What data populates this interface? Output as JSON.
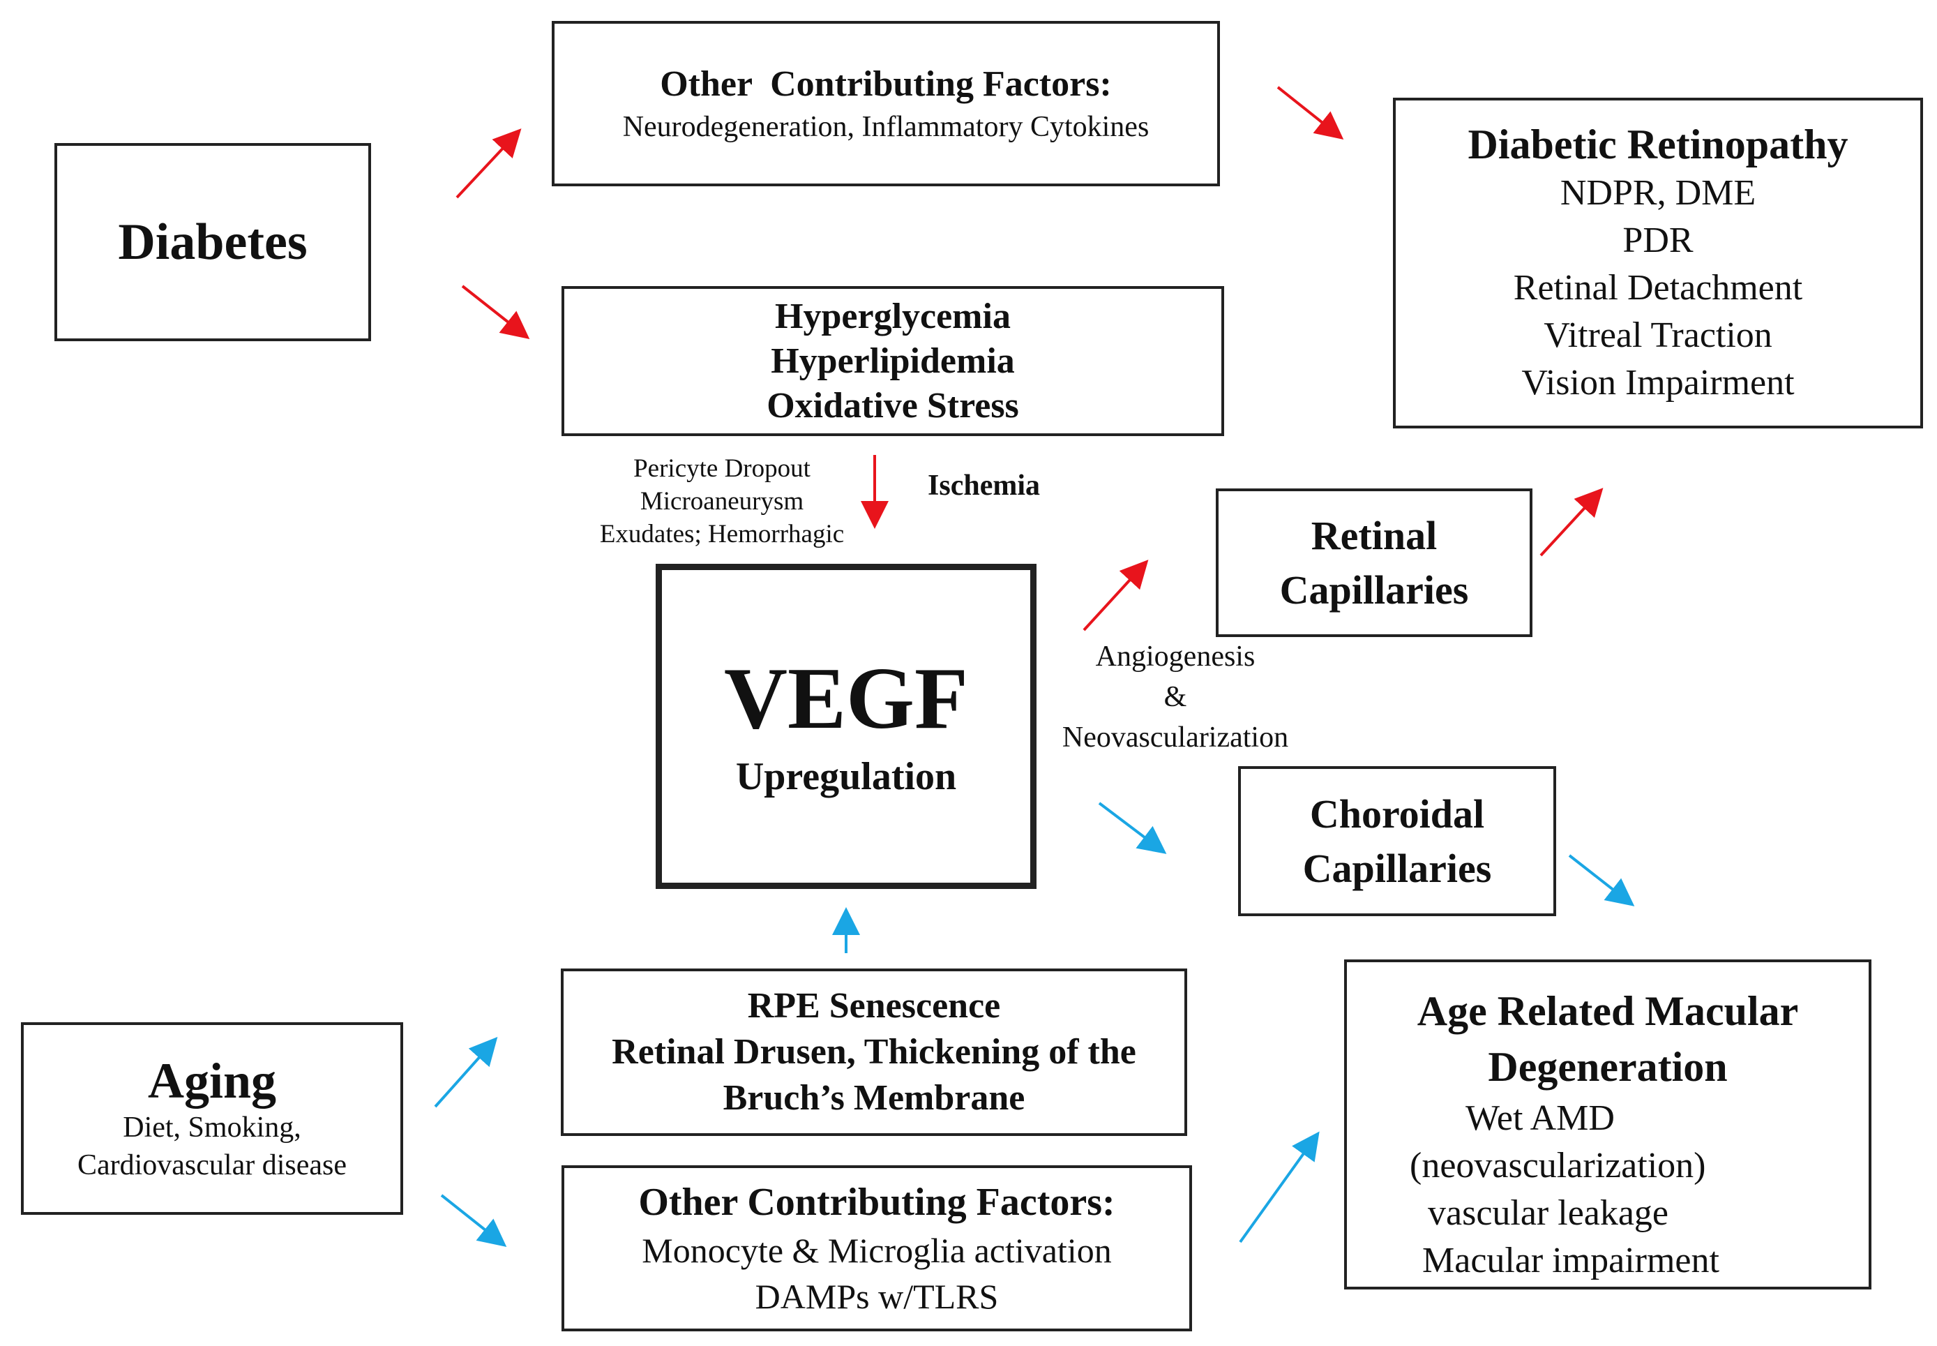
{
  "colors": {
    "red_arrow": "#e8141c",
    "blue_arrow": "#1aa6e4",
    "border": "#222222"
  },
  "nodes": {
    "diabetes": {
      "title": "Diabetes"
    },
    "other_factors_top": {
      "title": "Other  Contributing Factors:",
      "detail": "Neurodegeneration, Inflammatory Cytokines"
    },
    "metabolic": {
      "lines": [
        "Hyperglycemia",
        "Hyperlipidemia",
        "Oxidative Stress"
      ]
    },
    "diabetic_retinopathy": {
      "title": "Diabetic Retinopathy",
      "items": [
        "NDPR, DME",
        "PDR",
        "Retinal Detachment",
        "Vitreal Traction",
        "Vision Impairment"
      ]
    },
    "vegf": {
      "title": "VEGF",
      "subtitle": "Upregulation"
    },
    "retinal_capillaries": {
      "lines": [
        "Retinal",
        "Capillaries"
      ]
    },
    "choroidal_capillaries": {
      "lines": [
        "Choroidal",
        "Capillaries"
      ]
    },
    "aging": {
      "title": "Aging",
      "detail": [
        "Diet, Smoking,",
        "Cardiovascular disease"
      ]
    },
    "rpe": {
      "lines": [
        "RPE Senescence",
        "Retinal Drusen, Thickening of the",
        "Bruch’s Membrane"
      ]
    },
    "other_factors_bottom": {
      "title": "Other Contributing Factors:",
      "detail": [
        "Monocyte & Microglia activation",
        "DAMPs w/TLRS"
      ]
    },
    "amd": {
      "title": [
        "Age Related Macular",
        "Degeneration"
      ],
      "items": [
        "Wet AMD",
        "(neovascularization)",
        "vascular leakage",
        "Macular impairment"
      ]
    }
  },
  "labels": {
    "vascular_damage": [
      "Pericyte Dropout",
      "Microaneurysm",
      "Exudates; Hemorrhagic"
    ],
    "ischemia": "Ischemia",
    "angiogenesis": [
      "Angiogenesis",
      "&",
      "Neovascularization"
    ]
  }
}
